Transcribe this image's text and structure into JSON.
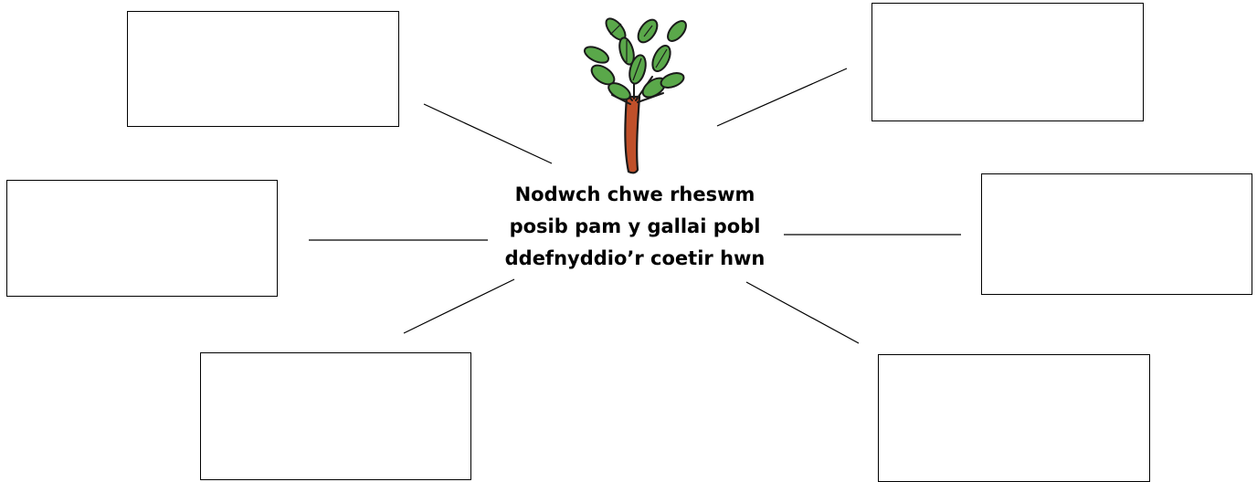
{
  "prompt": {
    "line1": "Nodwch chwe rheswm",
    "line2": "posib pam y gallai pobl",
    "line3": "ddefnyddio’r coetir hwn"
  },
  "answer_boxes": [
    {
      "id": "box-top-left",
      "value": ""
    },
    {
      "id": "box-top-right",
      "value": ""
    },
    {
      "id": "box-middle-left",
      "value": ""
    },
    {
      "id": "box-middle-right",
      "value": ""
    },
    {
      "id": "box-bottom-left",
      "value": ""
    },
    {
      "id": "box-bottom-right",
      "value": ""
    }
  ],
  "colors": {
    "leaf_fill": "#5aa84a",
    "leaf_outline": "#1a1a1a",
    "trunk_fill": "#c0502a",
    "line": "#000000"
  },
  "icons": {
    "tree": "tree-icon"
  }
}
